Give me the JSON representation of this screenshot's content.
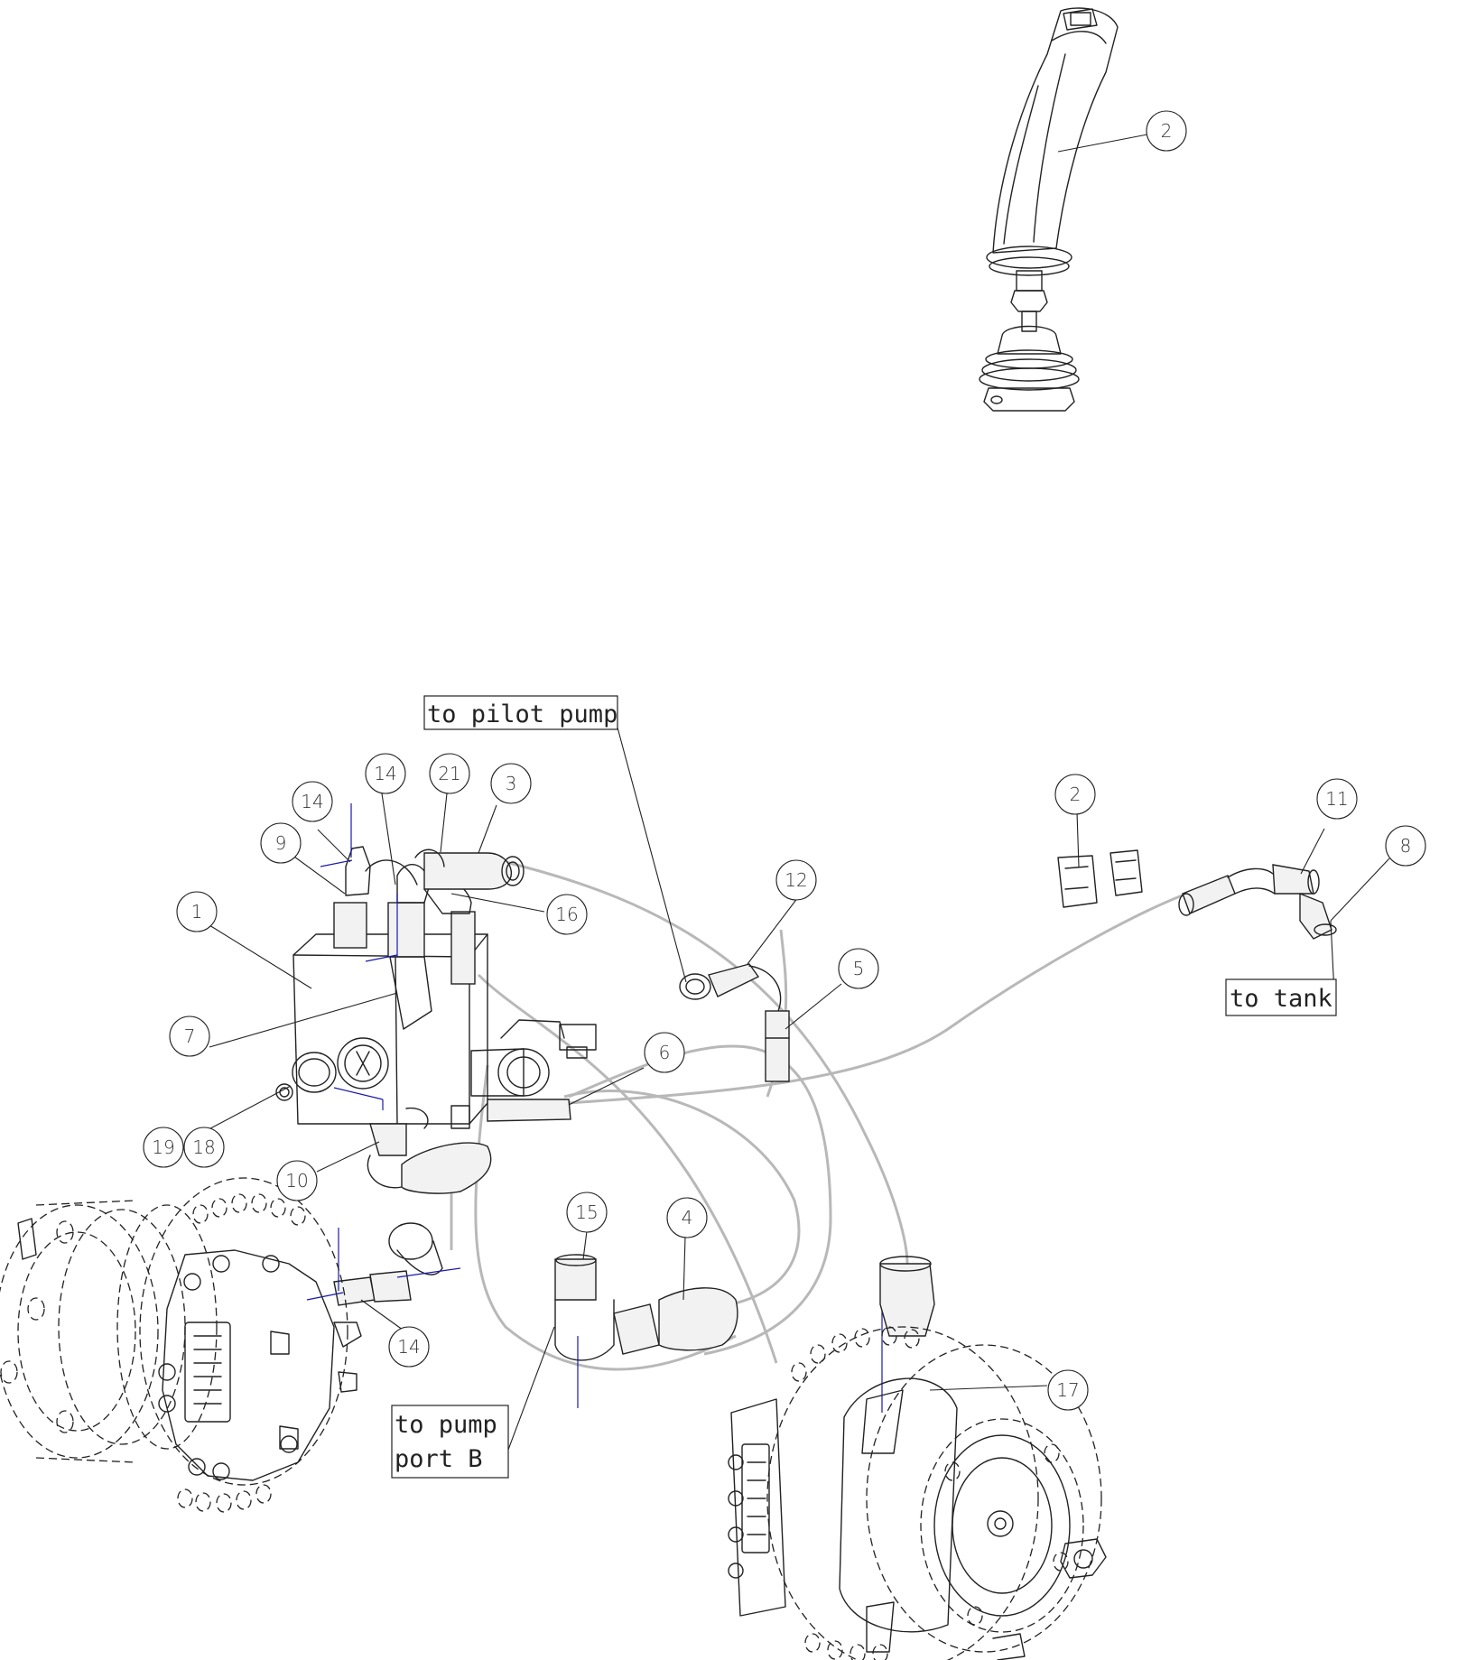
{
  "balloons": [
    {
      "id": "b-2-joystick",
      "text": "2"
    },
    {
      "id": "b-14a",
      "text": "14"
    },
    {
      "id": "b-14b",
      "text": "14"
    },
    {
      "id": "b-21",
      "text": "21"
    },
    {
      "id": "b-3",
      "text": "3"
    },
    {
      "id": "b-9",
      "text": "9"
    },
    {
      "id": "b-1",
      "text": "1"
    },
    {
      "id": "b-16",
      "text": "16"
    },
    {
      "id": "b-12",
      "text": "12"
    },
    {
      "id": "b-5",
      "text": "5"
    },
    {
      "id": "b-7",
      "text": "7"
    },
    {
      "id": "b-6",
      "text": "6"
    },
    {
      "id": "b-19",
      "text": "19"
    },
    {
      "id": "b-18",
      "text": "18"
    },
    {
      "id": "b-10",
      "text": "10"
    },
    {
      "id": "b-15",
      "text": "15"
    },
    {
      "id": "b-4",
      "text": "4"
    },
    {
      "id": "b-14c",
      "text": "14"
    },
    {
      "id": "b-17",
      "text": "17"
    },
    {
      "id": "b-2-connector",
      "text": "2"
    },
    {
      "id": "b-11",
      "text": "11"
    },
    {
      "id": "b-8",
      "text": "8"
    }
  ],
  "notes": {
    "pilot_pump": "to pilot pump",
    "tank": "to tank",
    "pump_port_b_line1": "to pump",
    "pump_port_b_line2": "port B"
  }
}
